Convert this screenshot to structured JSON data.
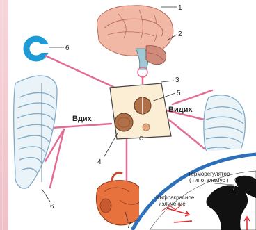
{
  "labels": {
    "n1": "1",
    "n2": "2",
    "n3": "3",
    "n5": "5",
    "n4": "4",
    "n6_top": "6",
    "n6_bottom": "6",
    "n7": "7",
    "cut": "С",
    "inhale": "Вдих",
    "exhale": "Видих"
  },
  "inset": {
    "thermoregulator_line1": "Терморегулятор",
    "thermoregulator_line2": "( гипоталамус )",
    "infrared_line1": "Инфракрасное",
    "infrared_line2": "излучение"
  },
  "colors": {
    "pink_bg": "#f3c9cf",
    "line": "#e36d92",
    "ring": "#1e9bd7",
    "heart": "#e8723e",
    "organ": "#c98a5a",
    "inset_bg": "#2d6fb8"
  }
}
